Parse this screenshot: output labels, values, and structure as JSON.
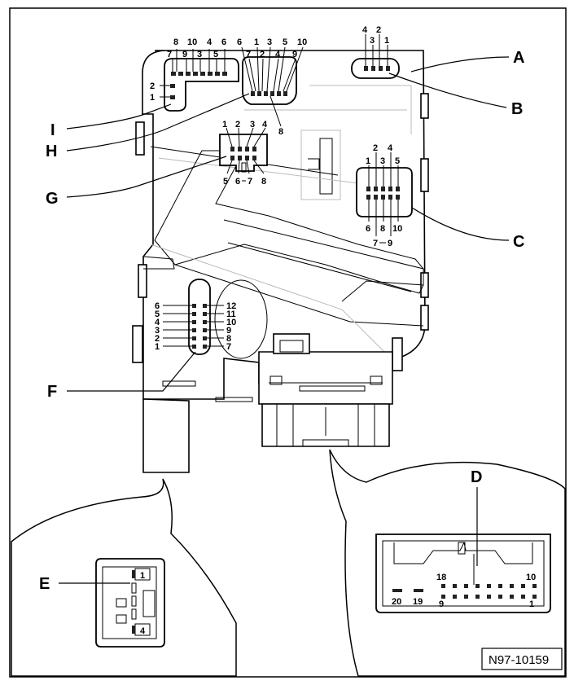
{
  "figure_reference": "N97-10159",
  "callouts": {
    "A": "A",
    "B": "B",
    "C": "C",
    "D": "D",
    "E": "E",
    "F": "F",
    "G": "G",
    "H": "H",
    "I": "I"
  },
  "connector_I": {
    "pins_top": [
      "8",
      "10",
      "4",
      "6",
      "7",
      "9",
      "3",
      "5"
    ],
    "pins_left": [
      "2",
      "1"
    ]
  },
  "connector_H": {
    "pins": [
      "6",
      "1",
      "3",
      "5",
      "10",
      "7",
      "2",
      "4",
      "9",
      "8"
    ]
  },
  "connector_B": {
    "pins": [
      "4",
      "2",
      "3",
      "1"
    ]
  },
  "connector_G": {
    "pins_top": [
      "1",
      "2",
      "3",
      "4"
    ],
    "pins_bottom": [
      "5",
      "6",
      "7",
      "8"
    ]
  },
  "connector_C": {
    "pins_top": [
      "2",
      "4",
      "1",
      "3",
      "5"
    ],
    "pins_bottom": [
      "6",
      "8",
      "10",
      "7",
      "9"
    ]
  },
  "connector_F": {
    "pins_left": [
      "6",
      "5",
      "4",
      "3",
      "2",
      "1"
    ],
    "pins_right": [
      "12",
      "11",
      "10",
      "9",
      "8",
      "7"
    ]
  },
  "connector_D": {
    "pins": [
      "18",
      "10",
      "20",
      "19",
      "9",
      "1"
    ]
  },
  "connector_E": {
    "pins": [
      "1",
      "4"
    ]
  }
}
